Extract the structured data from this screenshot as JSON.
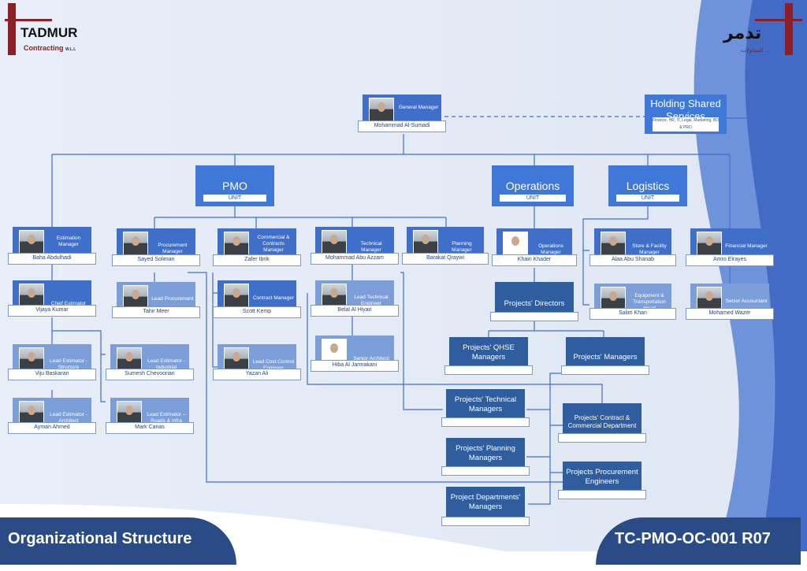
{
  "header": {
    "logo_left": {
      "brand": "TADMUR",
      "sub": "Contracting",
      "sub_small": "W.L.L"
    },
    "logo_right": {
      "brand": "تدمر",
      "sub": "للمقاولات ..."
    }
  },
  "top": {
    "general_manager": {
      "role": "General Manager",
      "name": "Mohammad Al-Sumadi"
    },
    "holding": {
      "title": "Holding Shared Services",
      "sub": "Finance, HR, IT, Legal, Marketing, BD & PRO"
    }
  },
  "units": {
    "pmo": {
      "title": "PMO",
      "sub": "UNIT"
    },
    "operations": {
      "title": "Operations",
      "sub": "UNIT"
    },
    "logistics": {
      "title": "Logistics",
      "sub": "UNIT"
    }
  },
  "people": {
    "estimation_manager": {
      "role": "Estimation Manager",
      "name": "Baha Abdulhadi"
    },
    "chief_estimator": {
      "role": "Chief Estimator",
      "name": "Vijaya Kumar"
    },
    "lead_est_structure": {
      "role": "Lead Estimator - Structure",
      "name": "Viju Baskaran"
    },
    "lead_est_industrial": {
      "role": "Lead Estimator - Industrial",
      "name": "Sumesh Chevoorian"
    },
    "lead_est_architect": {
      "role": "Lead Estimator - Architect",
      "name": "Ayman Ahmed"
    },
    "lead_est_roads": {
      "role": "Lead Estimator – Roads & Infra",
      "name": "Mark Canas"
    },
    "procurement_manager": {
      "role": "Procurement Manager",
      "name": "Sayed Soliman"
    },
    "lead_procurement": {
      "role": "Lead Procurement",
      "name": "Tahir Meer"
    },
    "commercial_manager": {
      "role": "Commercial & Contracts Manager",
      "name": "Zafer Ibrik"
    },
    "contract_manager": {
      "role": "Contract Manager",
      "name": "Scott Kemp"
    },
    "lead_cost_control": {
      "role": "Lead Cost Control Engineer",
      "name": "Yazan Ali"
    },
    "technical_manager": {
      "role": "Technical Manager",
      "name": "Mohammad Abu Azzam"
    },
    "lead_technical": {
      "role": "Lead Technical Engineer",
      "name": "Belal Al Hiyari"
    },
    "senior_architect": {
      "role": "Senior Architect",
      "name": "Hiba Al Jarmakani"
    },
    "planning_manager": {
      "role": "Planning Manager",
      "name": "Barakat Qraywi"
    },
    "operations_manager": {
      "role": "Operations Manager",
      "name": "Khairi Khader"
    },
    "store_facility": {
      "role": "Store & Facility Manager",
      "name": "Alaa Abu Shanab"
    },
    "equipment_head": {
      "role": "Equipment & Transportation Head",
      "name": "Salim Khan"
    },
    "financial_manager": {
      "role": "Financial Manager",
      "name": "Amro Elrayes"
    },
    "senior_accountant": {
      "role": "Senior Accountant",
      "name": "Mohamed Wazer"
    }
  },
  "departments": {
    "projects_directors": "Projects' Directors",
    "qhse": "Projects' QHSE Managers",
    "projects_managers": "Projects' Managers",
    "technical": "Projects' Technical Managers",
    "contract_commercial": "Projects' Contract & Commercial Department",
    "planning": "Projects' Planning Managers",
    "procurement_engineers": "Projects Procurement Engineers",
    "departments_managers": "Project Departments' Managers"
  },
  "footer": {
    "title": "Organizational Structure",
    "code": "TC-PMO-OC-001 R07"
  },
  "colors": {
    "unit_blue": "#3f78d6",
    "dept_blue": "#2f5d9e",
    "footer_navy": "#2b4b86",
    "line_blue": "#3f6fc9"
  }
}
